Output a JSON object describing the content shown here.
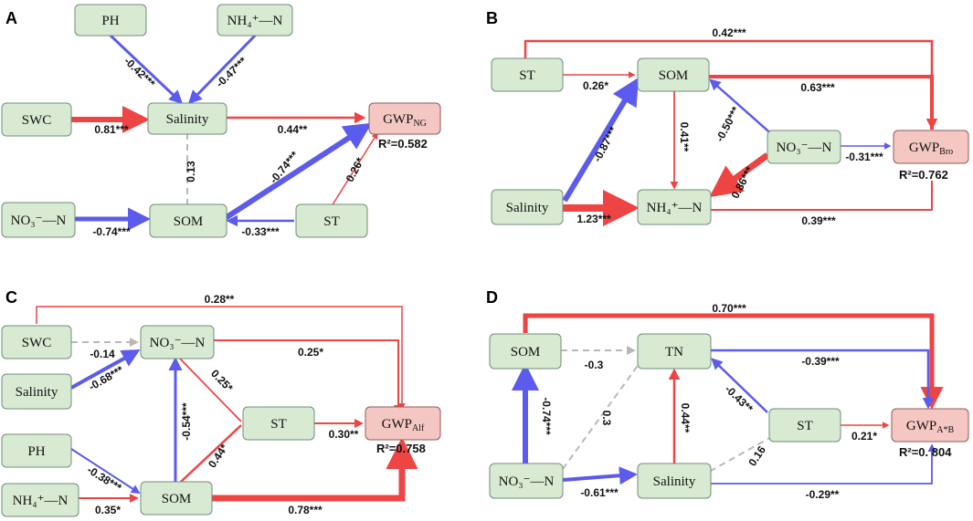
{
  "panels": {
    "A": {
      "label": "A",
      "nodes": {
        "ph": "PH",
        "nh4": "NH₄⁺—N",
        "swc": "SWC",
        "salinity": "Salinity",
        "gwp": "GWP",
        "gwp_sub": "NG",
        "no3": "NO₃⁻—N",
        "som": "SOM",
        "st": "ST"
      },
      "r2": "R²=0.582",
      "coefs": {
        "ph_sal": "-0.42***",
        "nh4_sal": "-0.47***",
        "swc_sal": "0.81***",
        "sal_gwp": "0.44**",
        "sal_som": "0.13",
        "som_gwp": "-0.74***",
        "st_gwp": "0.26*",
        "no3_som": "-0.74***",
        "st_som": "-0.33***"
      }
    },
    "B": {
      "label": "B",
      "nodes": {
        "st": "ST",
        "som": "SOM",
        "no3": "NO₃⁻—N",
        "gwp": "GWP",
        "gwp_sub": "Bro",
        "salinity": "Salinity",
        "nh4": "NH₄⁺—N"
      },
      "r2": "R²=0.762",
      "coefs": {
        "st_gwp": "0.42***",
        "st_som": "0.26*",
        "som_gwp": "0.63***",
        "sal_som": "-0.87***",
        "som_nh4": "0.41**",
        "no3_som": "-0.50***",
        "no3_gwp": "-0.31***",
        "no3_nh4": "0.86***",
        "sal_nh4": "1.23***",
        "nh4_gwp": "0.39***"
      }
    },
    "C": {
      "label": "C",
      "nodes": {
        "swc": "SWC",
        "no3": "NO₃⁻—N",
        "salinity": "Salinity",
        "st": "ST",
        "gwp": "GWP",
        "gwp_sub": "Alf",
        "ph": "PH",
        "nh4": "NH₄⁺—N",
        "som": "SOM"
      },
      "r2": "R²=0.758",
      "coefs": {
        "swc_gwp": "0.28**",
        "swc_no3": "-0.14",
        "no3_gwp": "0.25*",
        "sal_no3": "-0.68***",
        "no3_st": "0.25*",
        "som_no3": "-0.54***",
        "st_gwp": "0.30**",
        "som_st": "0.44*",
        "ph_som": "-0.38***",
        "nh4_som": "0.35*",
        "som_gwp": "0.78***"
      }
    },
    "D": {
      "label": "D",
      "nodes": {
        "som": "SOM",
        "tn": "TN",
        "st": "ST",
        "gwp": "GWP",
        "gwp_sub": "A*B",
        "no3": "NO₃⁻—N",
        "salinity": "Salinity"
      },
      "r2": "R²=0. 804",
      "coefs": {
        "som_gwp": "0.70***",
        "som_tn": "-0.3",
        "tn_gwp": "-0.39***",
        "no3_som": "-0.74***",
        "no3_tn": "0.3",
        "sal_tn": "0.44**",
        "st_tn": "-0.43**",
        "st_sal": "0.16",
        "st_gwp": "0.21*",
        "no3_sal": "-0.61***",
        "sal_gwp": "-0.29**"
      }
    }
  },
  "colors": {
    "positive": "#ee4444",
    "negative": "#5b5bee",
    "nonsignificant": "#b8b8b8",
    "node_fill": "#d9ead3",
    "gwp_fill": "#f4c7c3"
  }
}
